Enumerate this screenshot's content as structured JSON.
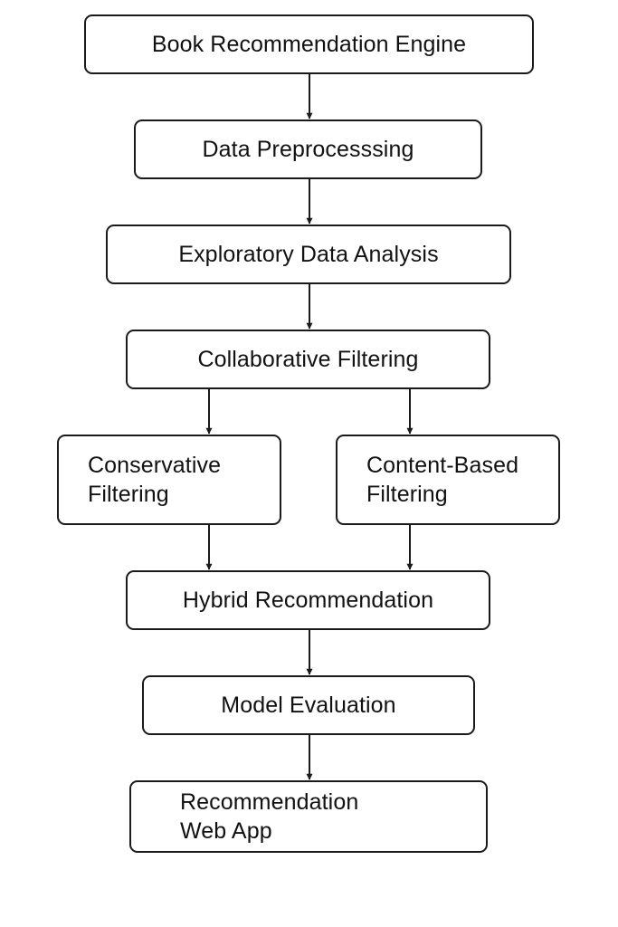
{
  "diagram": {
    "nodes": [
      {
        "id": "root",
        "label": "Book Recommendation Engine"
      },
      {
        "id": "prep",
        "label": "Data Preprocesssing"
      },
      {
        "id": "eda",
        "label": "Exploratory Data Analysis"
      },
      {
        "id": "collab",
        "label": "Collaborative Filtering"
      },
      {
        "id": "cons",
        "label": "Conservative\nFiltering"
      },
      {
        "id": "content",
        "label": "Content-Based\nFiltering"
      },
      {
        "id": "hybrid",
        "label": "Hybrid Recommendation"
      },
      {
        "id": "eval",
        "label": "Model Evaluation"
      },
      {
        "id": "webapp",
        "label": "Recommendation\nWeb App"
      }
    ],
    "edges": [
      {
        "from": "root",
        "to": "prep"
      },
      {
        "from": "prep",
        "to": "eda"
      },
      {
        "from": "eda",
        "to": "collab"
      },
      {
        "from": "collab",
        "to": "cons"
      },
      {
        "from": "collab",
        "to": "content"
      },
      {
        "from": "cons",
        "to": "hybrid"
      },
      {
        "from": "content",
        "to": "hybrid"
      },
      {
        "from": "hybrid",
        "to": "eval"
      },
      {
        "from": "eval",
        "to": "webapp"
      }
    ],
    "line_color": "#1a1a1a"
  }
}
